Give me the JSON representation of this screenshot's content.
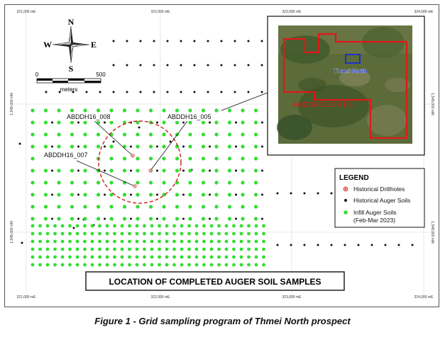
{
  "figure": {
    "caption": "Figure 1 - Grid sampling program of Thmei North prospect",
    "title_box": "LOCATION OF COMPLETED AUGER SOIL SAMPLES"
  },
  "axes": {
    "easting_ticks": [
      "321,000 mE",
      "322,000 mE",
      "323,000 mE",
      "324,000 mE"
    ],
    "northing_ticks": [
      "1,549,000 mN",
      "1,548,000 mN"
    ]
  },
  "north_arrow": {
    "n": "N",
    "s": "S",
    "e": "E",
    "w": "W"
  },
  "scale_bar": {
    "start": "0",
    "end": "500",
    "unit": "meters"
  },
  "drillholes": [
    {
      "label": "ABDDH16_008"
    },
    {
      "label": "ABDDH16_005"
    },
    {
      "label": "ABDDH16_007"
    }
  ],
  "inset": {
    "tenement_label": "ANDONG BOR E.L.",
    "prospect_label": "Thmei North",
    "tenement_color": "#e01818",
    "prospect_color": "#1a2bd6"
  },
  "legend": {
    "title": "LEGEND",
    "items": [
      {
        "label": "Historical Drillholes",
        "symbol": "drillhole"
      },
      {
        "label": "Historical Auger Soils",
        "symbol": "black-dot"
      },
      {
        "label": "Infill Auger Soils",
        "label2": "(Feb-Mar 2023)",
        "symbol": "green-dot"
      }
    ]
  },
  "colors": {
    "infill": "#33dd33",
    "historical": "#111111",
    "circle": "#cc1f1f"
  }
}
